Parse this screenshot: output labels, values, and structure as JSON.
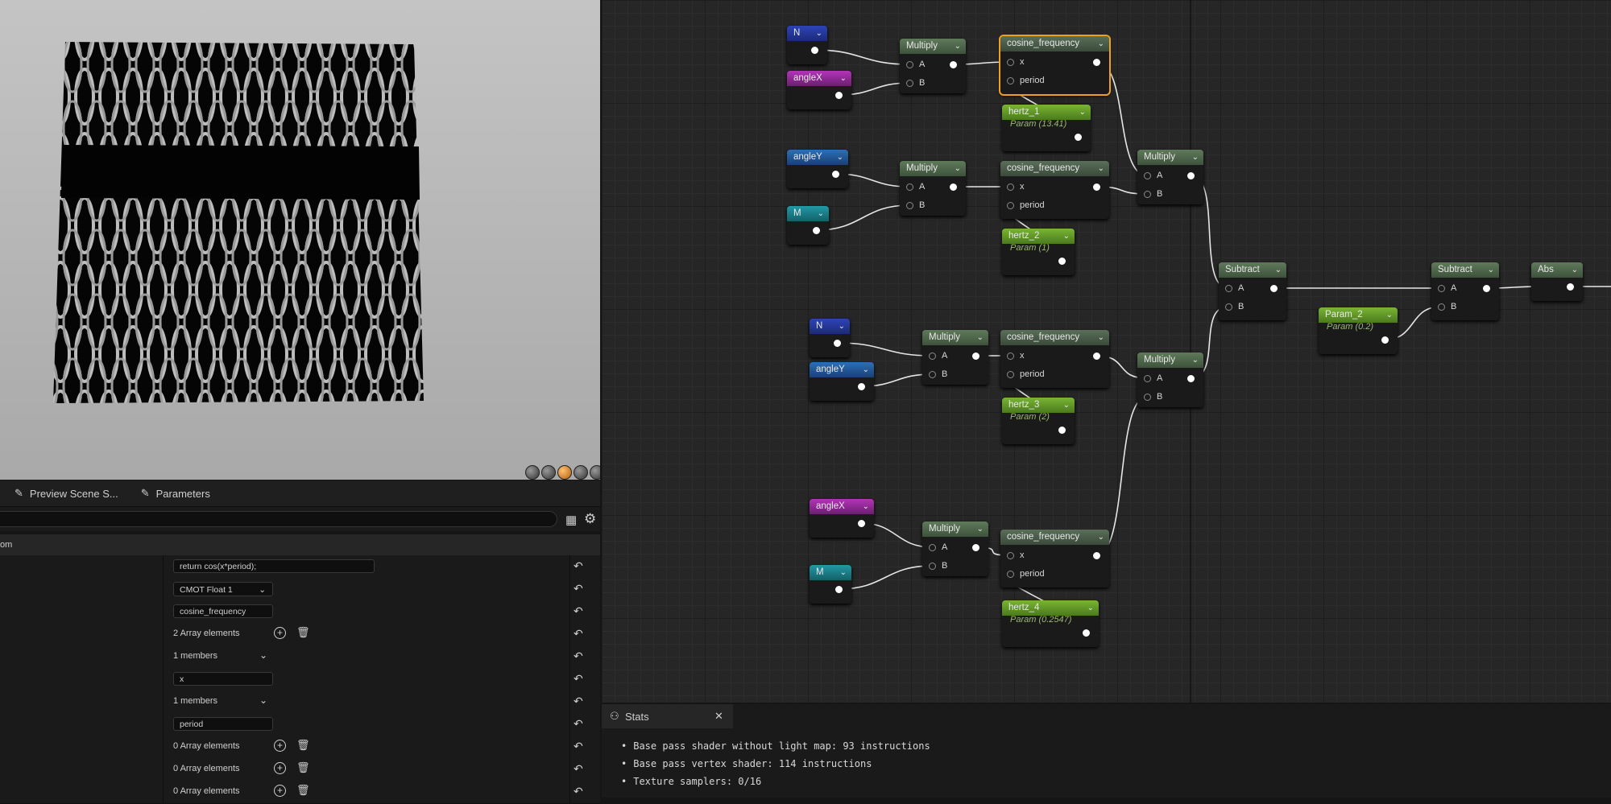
{
  "viewport": {
    "toolbar_icons": [
      "sphere-icon",
      "sphere-icon",
      "sphere-selected-icon",
      "sphere-icon",
      "sphere-icon"
    ]
  },
  "tabs": [
    {
      "label": "Preview Scene S...",
      "icon": "brush-icon"
    },
    {
      "label": "Parameters",
      "icon": "brush-icon"
    }
  ],
  "category_label": "om",
  "properties": [
    {
      "kind": "field",
      "value": "return cos(x*period);",
      "width": 250
    },
    {
      "kind": "dropdown",
      "value": "CMOT Float 1"
    },
    {
      "kind": "field",
      "value": "cosine_frequency",
      "width": 124
    },
    {
      "kind": "array",
      "value": "2 Array elements"
    },
    {
      "kind": "members",
      "value": "1 members"
    },
    {
      "kind": "field",
      "value": "x",
      "width": 124
    },
    {
      "kind": "members",
      "value": "1 members"
    },
    {
      "kind": "field",
      "value": "period",
      "width": 124
    },
    {
      "kind": "array",
      "value": "0 Array elements"
    },
    {
      "kind": "array",
      "value": "0 Array elements"
    },
    {
      "kind": "array",
      "value": "0 Array elements"
    }
  ],
  "nodes": [
    {
      "id": "n1",
      "title": "N",
      "kind": "N",
      "inputs": []
    },
    {
      "id": "ax1",
      "title": "angleX",
      "kind": "X",
      "inputs": []
    },
    {
      "id": "m1",
      "title": "Multiply",
      "kind": "m",
      "inputs": [
        "A",
        "B"
      ]
    },
    {
      "id": "cf1",
      "title": "cosine_frequency",
      "kind": "c",
      "inputs": [
        "x",
        "period"
      ],
      "selected": true
    },
    {
      "id": "h1",
      "title": "hertz_1",
      "kind": "p",
      "sub": "Param (13.41)",
      "inputs": []
    },
    {
      "id": "ay1",
      "title": "angleY",
      "kind": "Y",
      "inputs": []
    },
    {
      "id": "m2",
      "title": "Multiply",
      "kind": "m",
      "inputs": [
        "A",
        "B"
      ]
    },
    {
      "id": "cf2",
      "title": "cosine_frequency",
      "kind": "c",
      "inputs": [
        "x",
        "period"
      ]
    },
    {
      "id": "mm1",
      "title": "M",
      "kind": "M",
      "inputs": []
    },
    {
      "id": "h2",
      "title": "hertz_2",
      "kind": "p",
      "sub": "Param (1)",
      "inputs": []
    },
    {
      "id": "m3",
      "title": "Multiply",
      "kind": "m",
      "inputs": [
        "A",
        "B"
      ]
    },
    {
      "id": "s1",
      "title": "Subtract",
      "kind": "m",
      "inputs": [
        "A",
        "B"
      ]
    },
    {
      "id": "p2",
      "title": "Param_2",
      "kind": "p",
      "sub": "Param (0.2)",
      "inputs": []
    },
    {
      "id": "s2",
      "title": "Subtract",
      "kind": "m",
      "inputs": [
        "A",
        "B"
      ]
    },
    {
      "id": "abs",
      "title": "Abs",
      "kind": "m",
      "inputs": []
    },
    {
      "id": "n2",
      "title": "N",
      "kind": "N",
      "inputs": []
    },
    {
      "id": "ay2",
      "title": "angleY",
      "kind": "Y",
      "inputs": []
    },
    {
      "id": "m4",
      "title": "Multiply",
      "kind": "m",
      "inputs": [
        "A",
        "B"
      ]
    },
    {
      "id": "cf3",
      "title": "cosine_frequency",
      "kind": "c",
      "inputs": [
        "x",
        "period"
      ]
    },
    {
      "id": "m5",
      "title": "Multiply",
      "kind": "m",
      "inputs": [
        "A",
        "B"
      ]
    },
    {
      "id": "h3",
      "title": "hertz_3",
      "kind": "p",
      "sub": "Param (2)",
      "inputs": []
    },
    {
      "id": "ax2",
      "title": "angleX",
      "kind": "X",
      "inputs": []
    },
    {
      "id": "m6",
      "title": "Multiply",
      "kind": "m",
      "inputs": [
        "A",
        "B"
      ]
    },
    {
      "id": "cf4",
      "title": "cosine_frequency",
      "kind": "c",
      "inputs": [
        "x",
        "period"
      ]
    },
    {
      "id": "mm2",
      "title": "M",
      "kind": "M",
      "inputs": []
    },
    {
      "id": "h4",
      "title": "hertz_4",
      "kind": "p",
      "sub": "Param (0.2547)",
      "inputs": []
    }
  ],
  "stats": {
    "tab_label": "Stats",
    "lines": [
      "Base pass shader without light map: 93 instructions",
      "Base pass vertex shader: 114 instructions",
      "Texture samplers: 0/16"
    ]
  },
  "colors": {
    "selection": "#f0a020",
    "graph_bg": "#262626",
    "panel_bg": "#1a1a1a"
  }
}
